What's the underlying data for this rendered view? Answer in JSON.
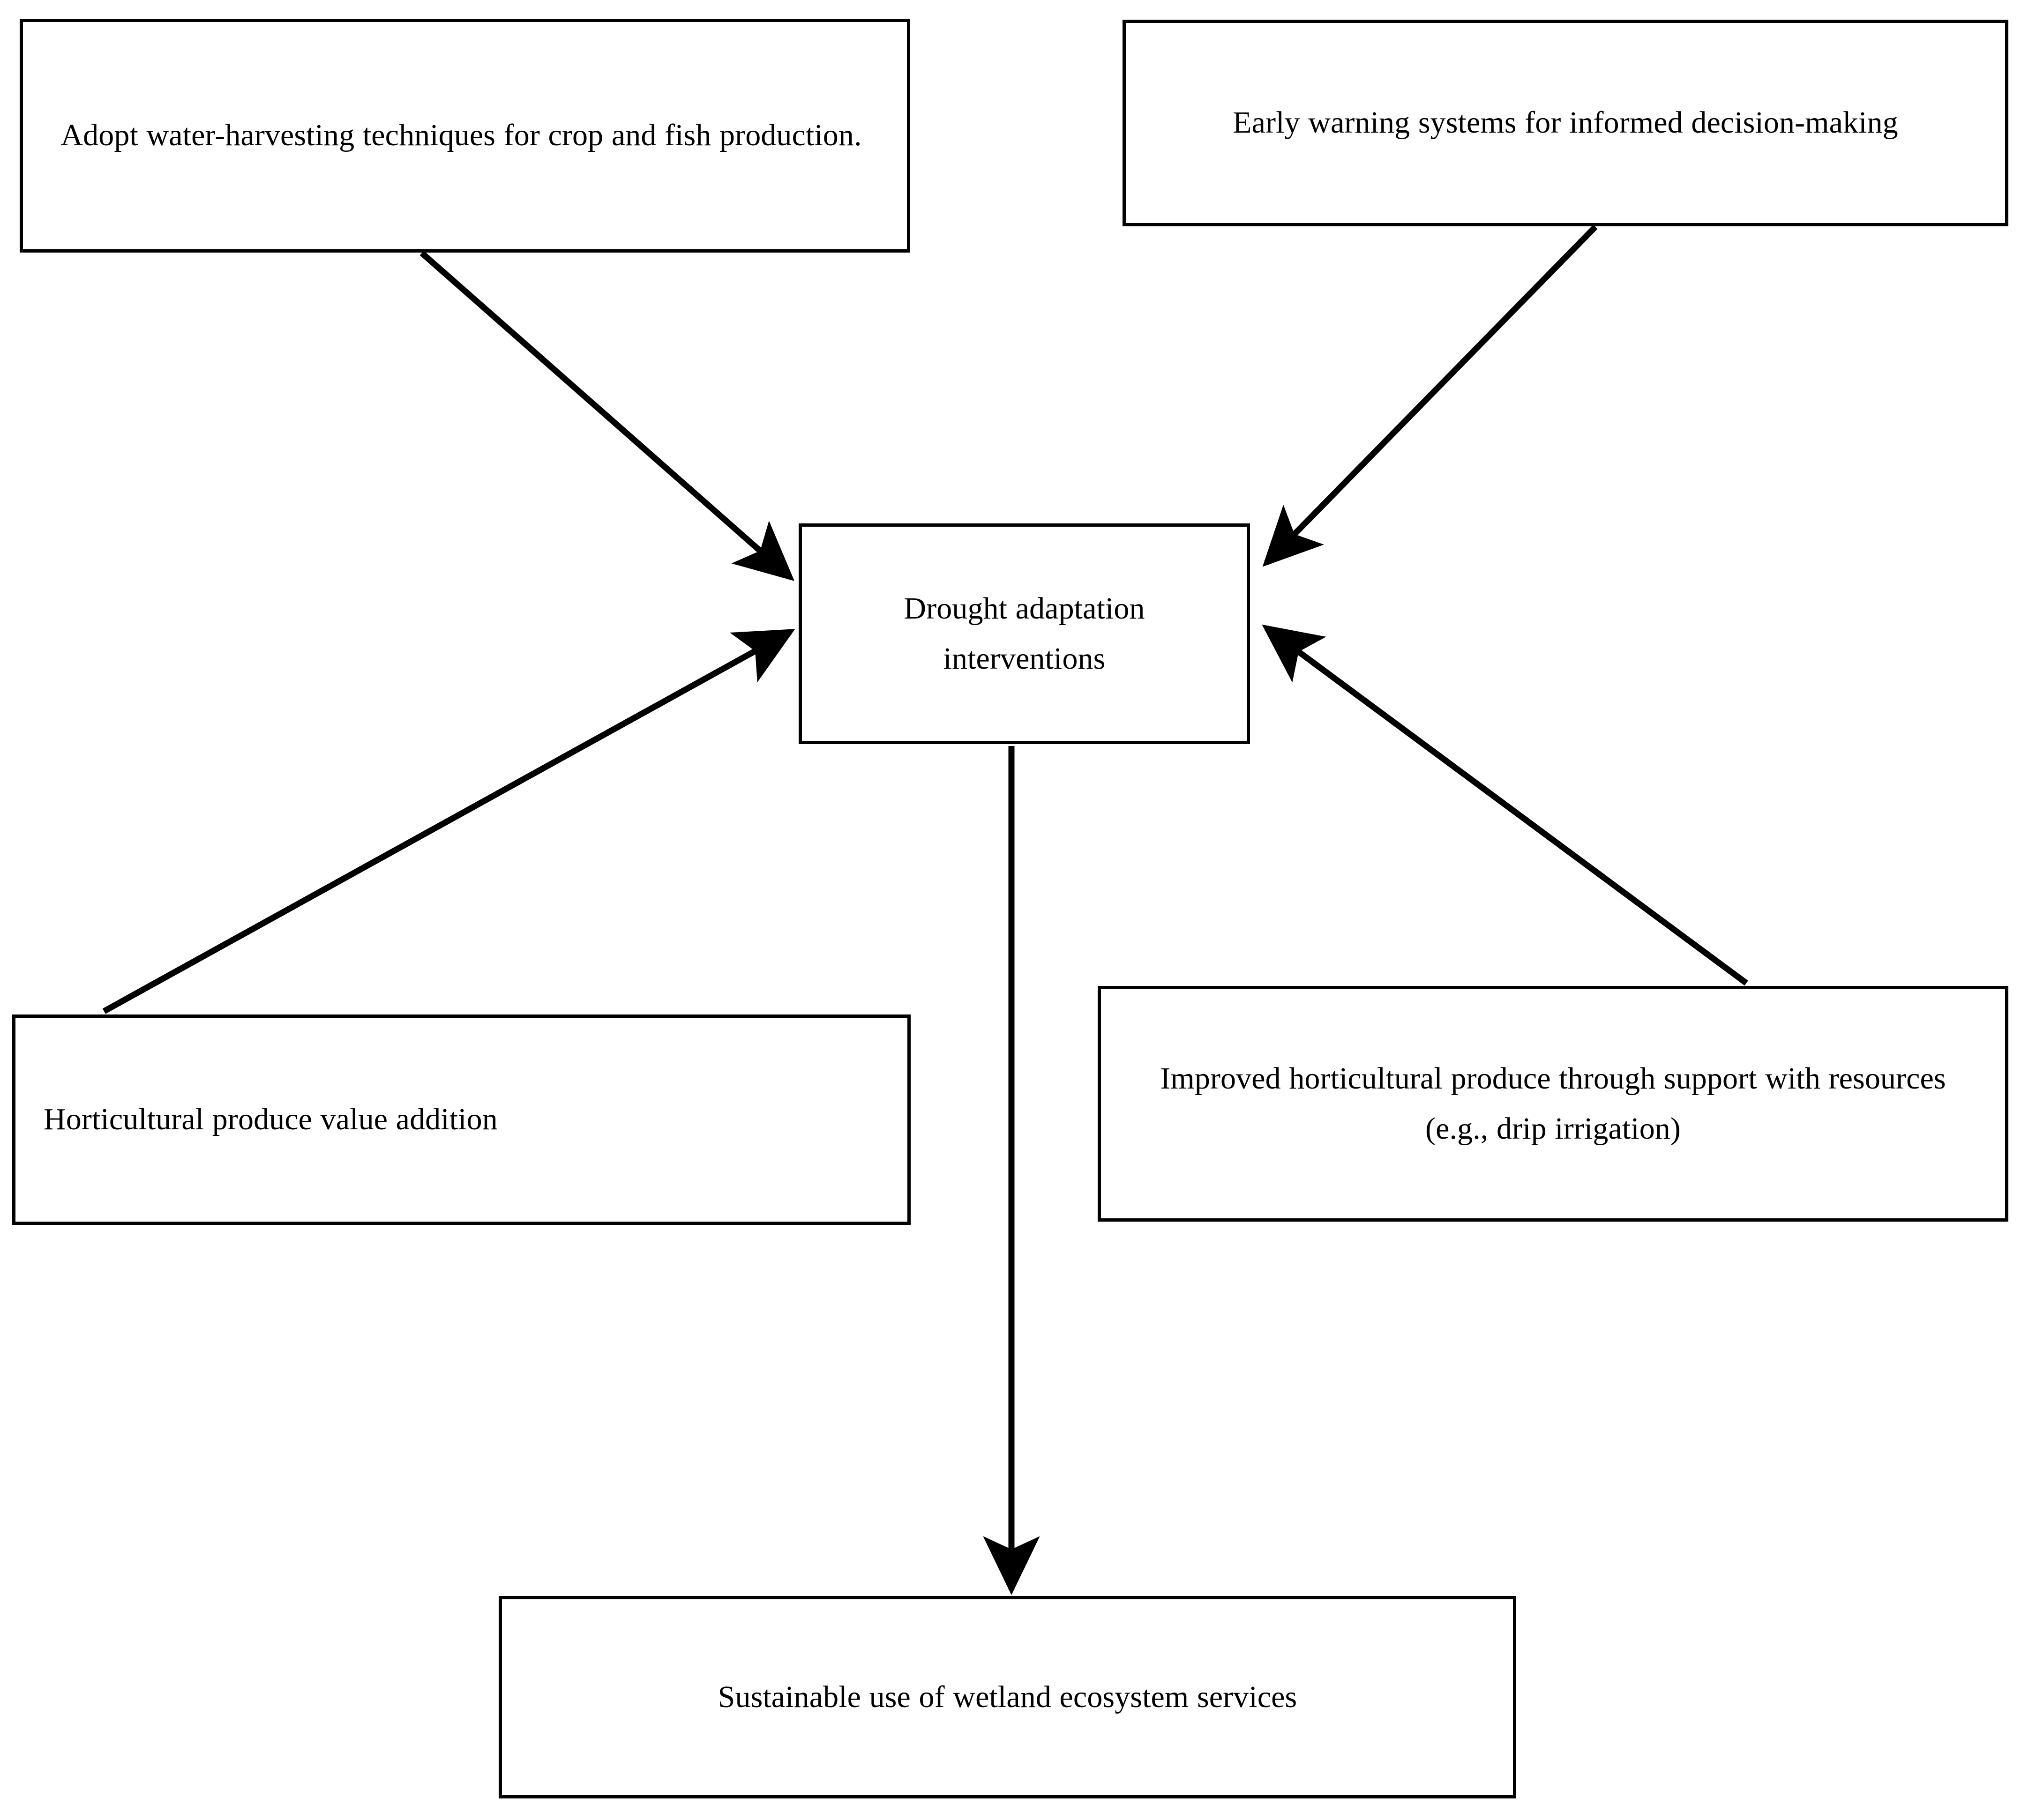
{
  "diagram": {
    "title": "Drought adaptation interventions",
    "type": "flow-diagram",
    "background_color": "#ffffff",
    "line_color": "#000000",
    "text_color": "#000000",
    "nodes": [
      {
        "id": "water-harvesting",
        "label": "Adopt water-harvesting techniques for crop and fish production.",
        "role": "input",
        "align": "center",
        "position": "top-left"
      },
      {
        "id": "early-warning",
        "label": "Early warning systems for informed decision-making",
        "role": "input",
        "align": "center",
        "position": "top-right"
      },
      {
        "id": "drought-interventions",
        "label": "Drought adaptation interventions",
        "role": "central",
        "align": "center",
        "position": "center"
      },
      {
        "id": "value-addition",
        "label": "Horticultural produce value addition",
        "role": "input",
        "align": "left",
        "position": "bottom-left"
      },
      {
        "id": "improved-produce",
        "label": "Improved horticultural produce through support with resources (e.g., drip irrigation)",
        "role": "input",
        "align": "center",
        "position": "bottom-right"
      },
      {
        "id": "wetland-services",
        "label": "Sustainable use of wetland ecosystem services",
        "role": "outcome",
        "align": "center",
        "position": "bottom-center"
      }
    ],
    "edges": [
      {
        "id": "edge-water-harvesting-to-center",
        "from": "water-harvesting",
        "to": "drought-interventions",
        "direction": "down-right",
        "arrowhead": "end"
      },
      {
        "id": "edge-early-warning-to-center",
        "from": "early-warning",
        "to": "drought-interventions",
        "direction": "down-left",
        "arrowhead": "end"
      },
      {
        "id": "edge-value-addition-to-center",
        "from": "value-addition",
        "to": "drought-interventions",
        "direction": "up-right",
        "arrowhead": "end"
      },
      {
        "id": "edge-improved-produce-to-center",
        "from": "improved-produce",
        "to": "drought-interventions",
        "direction": "up-left",
        "arrowhead": "end"
      },
      {
        "id": "edge-center-to-wetland",
        "from": "drought-interventions",
        "to": "wetland-services",
        "direction": "down",
        "arrowhead": "end"
      }
    ]
  }
}
